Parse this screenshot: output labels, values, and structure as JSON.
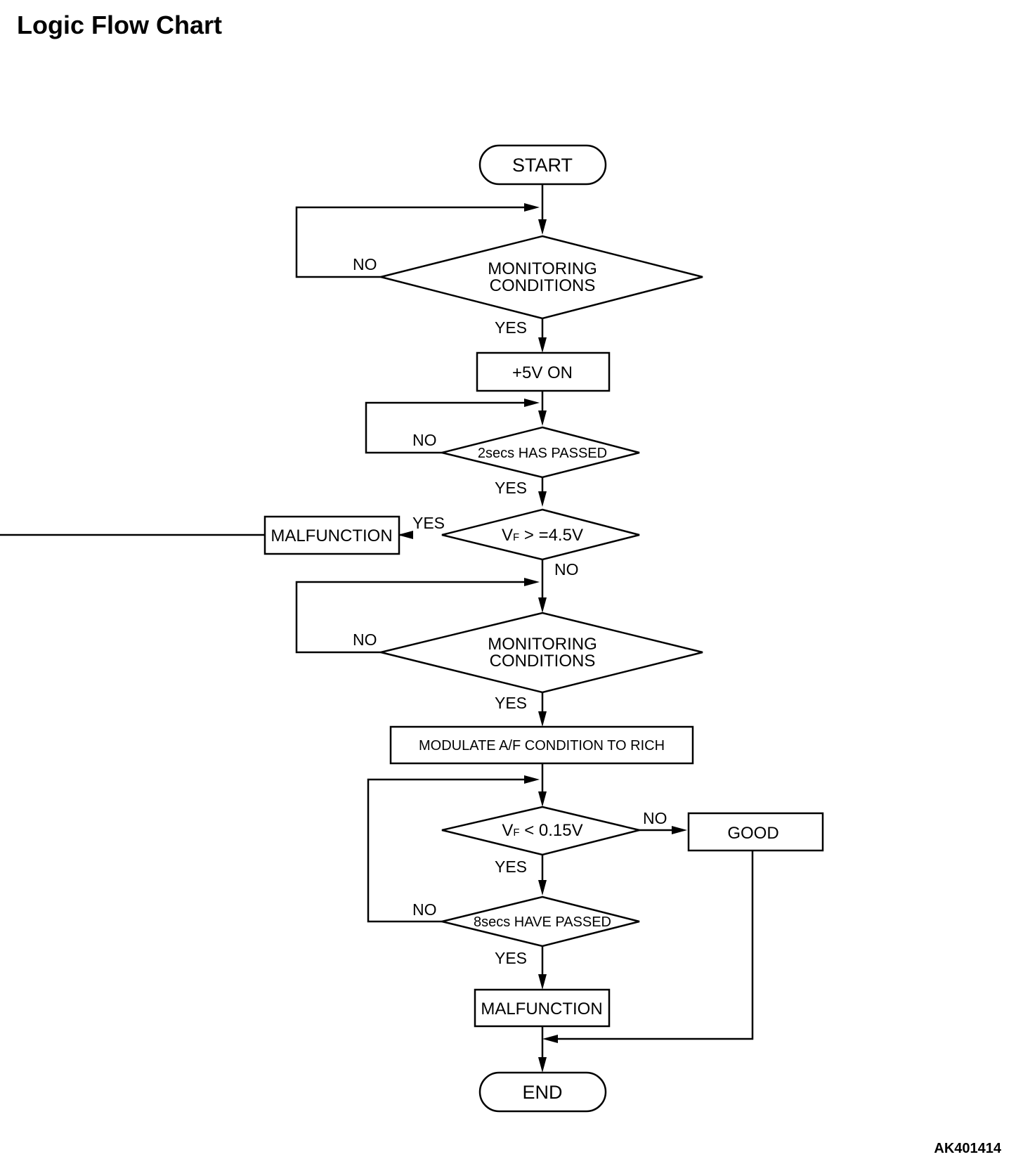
{
  "title": "Logic Flow Chart",
  "figure_code": "AK401414",
  "nodes": {
    "start": "START",
    "monitoring_1_line1": "MONITORING",
    "monitoring_1_line2": "CONDITIONS",
    "power_on": "+5V ON",
    "wait_2s": "2secs HAS PASSED",
    "vf_high_prefix": "V",
    "vf_high_sub": "F",
    "vf_high_rest": " > =4.5V",
    "malfunction_left": "MALFUNCTION",
    "monitoring_2_line1": "MONITORING",
    "monitoring_2_line2": "CONDITIONS",
    "modulate": "MODULATE A/F CONDITION TO RICH",
    "vf_low_prefix": "V",
    "vf_low_sub": "F",
    "vf_low_rest": " < 0.15V",
    "good": "GOOD",
    "wait_8s": "8secs HAVE PASSED",
    "malfunction_bottom": "MALFUNCTION",
    "end": "END"
  },
  "edge_labels": {
    "yes": "YES",
    "no": "NO"
  }
}
